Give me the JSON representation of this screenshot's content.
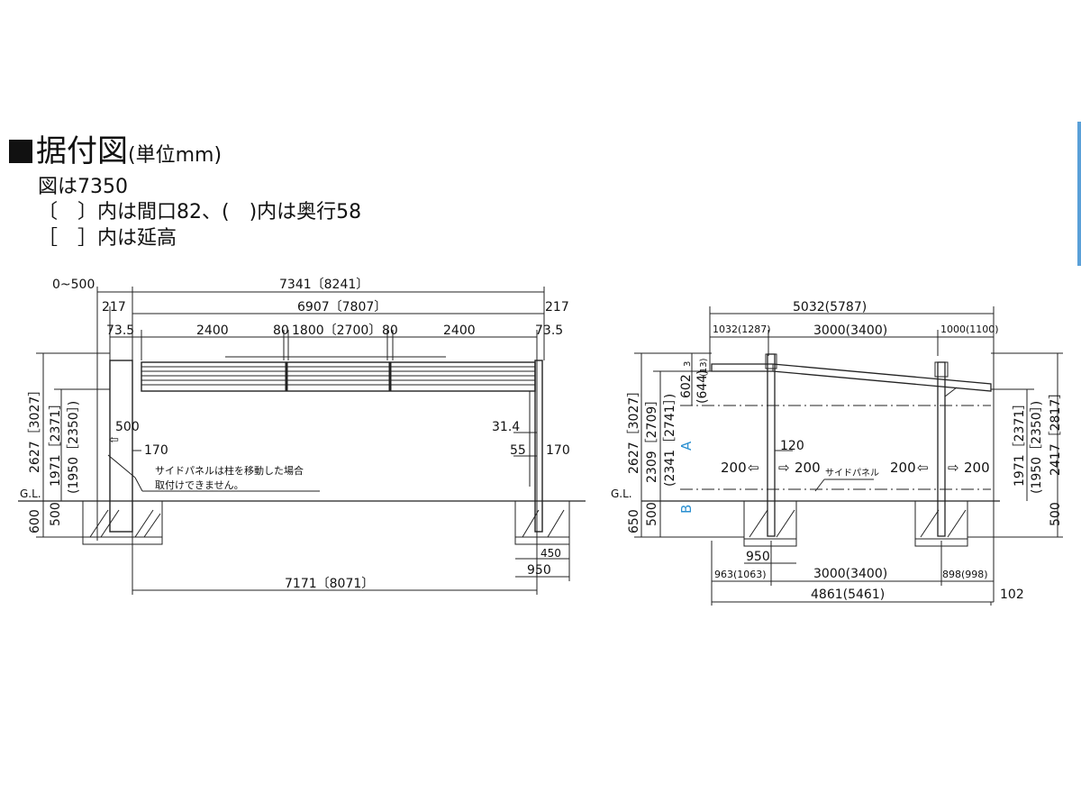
{
  "header": {
    "title": "据付図",
    "unit": "(単位mm)",
    "notes": [
      "図は7350",
      "〔　〕内は間口82、(　)内は奥行58",
      "［　］内は延高"
    ]
  },
  "front": {
    "top_range": "0~500",
    "overall": "7341〔8241〕",
    "inner": "6907〔7807〕",
    "side_l": "217",
    "side_r": "217",
    "end_l": "73.5",
    "end_r": "73.5",
    "bay1": "2400",
    "gap1": "80",
    "bay_mid": "1800〔2700〕",
    "gap2": "80",
    "bay3": "2400",
    "h_total": "2627［3027］",
    "h_post": "1971［2371］",
    "h_post2": "(1950［2350］)",
    "h_600": "600",
    "h_500": "500",
    "d500": "500",
    "d170": "170",
    "d314": "31.4",
    "d55": "55",
    "d170r": "170",
    "note1": "サイドパネルは柱を移動した場合",
    "note2": "取付けできません。",
    "gl": "G.L.",
    "bottom": "7171〔8071〕",
    "d450": "450",
    "d950": "950"
  },
  "side": {
    "overall": "5032(5787)",
    "left": "1032(1287)",
    "mid": "3000(3400)",
    "right": "1000(1100)",
    "d3": "3",
    "d13": "(13)",
    "d602": "602",
    "d644": "(644)",
    "h_total": "2627［3027］",
    "h_a1": "2309［2709］",
    "h_a2": "(2341［2741］)",
    "label_a": "A",
    "label_b": "B",
    "d120": "120",
    "d200a": "200",
    "d200b": "200",
    "d200c": "200",
    "d200d": "200",
    "side_panel": "サイドパネル",
    "h_r1": "1971［2371］",
    "h_r2": "(1950［2350］)",
    "h_r3": "2417［2817］",
    "gl": "G.L.",
    "h_650": "650",
    "h_500l": "500",
    "h_500r": "500",
    "d950": "950",
    "bl": "963(1063)",
    "bm": "3000(3400)",
    "br": "898(998)",
    "bottom": "4861(5461)",
    "d102": "102"
  },
  "colors": {
    "accent": "#2a8fd0",
    "line": "#222222"
  }
}
